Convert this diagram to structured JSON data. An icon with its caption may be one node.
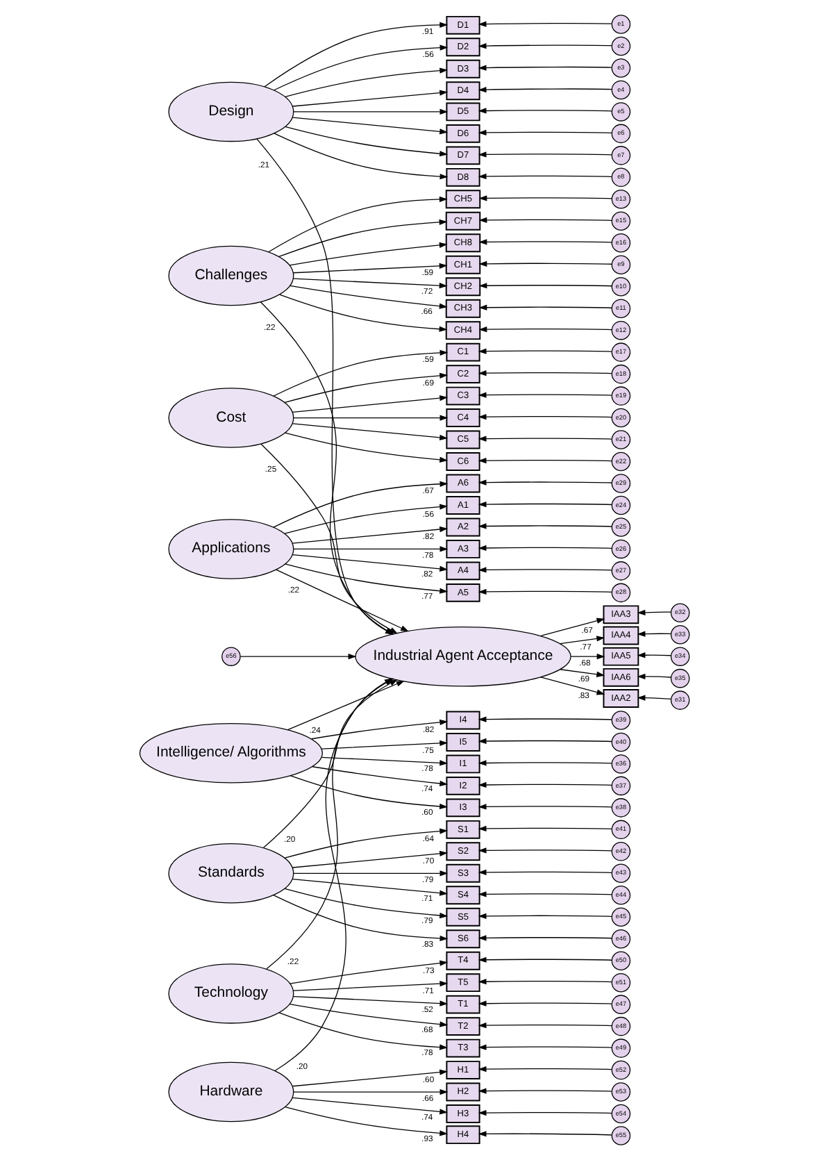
{
  "diagram": {
    "nodes": [
      {
        "text": [
          "Design"
        ]
      },
      {
        "text": [
          "D1"
        ]
      },
      {
        "text": [
          "D2"
        ]
      },
      {
        "text": [
          "D3"
        ]
      },
      {
        "text": [
          "D4"
        ]
      },
      {
        "text": [
          "D5"
        ]
      },
      {
        "text": [
          "D6"
        ]
      },
      {
        "text": [
          "D7"
        ]
      },
      {
        "text": [
          "D8"
        ]
      },
      {
        "text": [
          "e1"
        ]
      },
      {
        "text": [
          "e2"
        ]
      },
      {
        "text": [
          "e3"
        ]
      },
      {
        "text": [
          "e4"
        ]
      },
      {
        "text": [
          "e5"
        ]
      },
      {
        "text": [
          "e6"
        ]
      },
      {
        "text": [
          "e7"
        ]
      },
      {
        "text": [
          "e8"
        ]
      },
      {
        "text": [
          "Challenges"
        ]
      },
      {
        "text": [
          "CH1"
        ]
      },
      {
        "text": [
          "CH2"
        ]
      },
      {
        "text": [
          "CH3"
        ]
      },
      {
        "text": [
          "CH4"
        ]
      },
      {
        "text": [
          "CH5"
        ]
      },
      {
        "text": [
          "CH7"
        ]
      },
      {
        "text": [
          "CH8"
        ]
      },
      {
        "text": [
          "e9"
        ]
      },
      {
        "text": [
          "e10"
        ]
      },
      {
        "text": [
          "e11"
        ]
      },
      {
        "text": [
          "e12"
        ]
      },
      {
        "text": [
          "e13"
        ]
      },
      {
        "text": [
          "e15"
        ]
      },
      {
        "text": [
          "e16"
        ]
      },
      {
        "text": [
          "Cost"
        ]
      },
      {
        "text": [
          "C1"
        ]
      },
      {
        "text": [
          "C2"
        ]
      },
      {
        "text": [
          "C3"
        ]
      },
      {
        "text": [
          "C4"
        ]
      },
      {
        "text": [
          "C5"
        ]
      },
      {
        "text": [
          "C6"
        ]
      },
      {
        "text": [
          "e17"
        ]
      },
      {
        "text": [
          "e18"
        ]
      },
      {
        "text": [
          "e19"
        ]
      },
      {
        "text": [
          "e20"
        ]
      },
      {
        "text": [
          "e21"
        ]
      },
      {
        "text": [
          "e22"
        ]
      },
      {
        "text": [
          "Applications"
        ]
      },
      {
        "text": [
          "A1"
        ]
      },
      {
        "text": [
          "A2"
        ]
      },
      {
        "text": [
          "A3"
        ]
      },
      {
        "text": [
          "A4"
        ]
      },
      {
        "text": [
          "A5"
        ]
      },
      {
        "text": [
          "A6"
        ]
      },
      {
        "text": [
          "e24"
        ]
      },
      {
        "text": [
          "e25"
        ]
      },
      {
        "text": [
          "e26"
        ]
      },
      {
        "text": [
          "e27"
        ]
      },
      {
        "text": [
          "e28"
        ]
      },
      {
        "text": [
          "e29"
        ]
      },
      {
        "text": [
          "Intelligence/ Algorithms"
        ]
      },
      {
        "text": [
          "I1"
        ]
      },
      {
        "text": [
          "I2"
        ]
      },
      {
        "text": [
          "I3"
        ]
      },
      {
        "text": [
          "I4"
        ]
      },
      {
        "text": [
          "I5"
        ]
      },
      {
        "text": [
          "e36"
        ]
      },
      {
        "text": [
          "e37"
        ]
      },
      {
        "text": [
          "e38"
        ]
      },
      {
        "text": [
          "e39"
        ]
      },
      {
        "text": [
          "e40"
        ]
      },
      {
        "text": [
          "Standards"
        ]
      },
      {
        "text": [
          "S1"
        ]
      },
      {
        "text": [
          "S2"
        ]
      },
      {
        "text": [
          "S3"
        ]
      },
      {
        "text": [
          "S4"
        ]
      },
      {
        "text": [
          "S5"
        ]
      },
      {
        "text": [
          "S6"
        ]
      },
      {
        "text": [
          "e41"
        ]
      },
      {
        "text": [
          "e42"
        ]
      },
      {
        "text": [
          "e43"
        ]
      },
      {
        "text": [
          "e44"
        ]
      },
      {
        "text": [
          "e45"
        ]
      },
      {
        "text": [
          "e46"
        ]
      },
      {
        "text": [
          "Technology"
        ]
      },
      {
        "text": [
          "T1"
        ]
      },
      {
        "text": [
          "T2"
        ]
      },
      {
        "text": [
          "T3"
        ]
      },
      {
        "text": [
          "T4"
        ]
      },
      {
        "text": [
          "T5"
        ]
      },
      {
        "text": [
          "e47"
        ]
      },
      {
        "text": [
          "e48"
        ]
      },
      {
        "text": [
          "e49"
        ]
      },
      {
        "text": [
          "e50"
        ]
      },
      {
        "text": [
          "e51"
        ]
      },
      {
        "text": [
          "Hardware"
        ]
      },
      {
        "text": [
          "H1"
        ]
      },
      {
        "text": [
          "H2"
        ]
      },
      {
        "text": [
          "H3"
        ]
      },
      {
        "text": [
          "H4"
        ]
      },
      {
        "text": [
          "e52"
        ]
      },
      {
        "text": [
          "e53"
        ]
      },
      {
        "text": [
          "e54"
        ]
      },
      {
        "text": [
          "e55"
        ]
      },
      {
        "text": [
          "Industrial Agent Acceptance"
        ]
      },
      {
        "text": [
          "IAA2"
        ]
      },
      {
        "text": [
          "IAA3"
        ]
      },
      {
        "text": [
          "IAA4"
        ]
      },
      {
        "text": [
          "IAA5"
        ]
      },
      {
        "text": [
          "IAA6"
        ]
      },
      {
        "text": [
          "e31"
        ]
      },
      {
        "text": [
          "e32"
        ]
      },
      {
        "text": [
          "e33"
        ]
      },
      {
        "text": [
          "e34"
        ]
      },
      {
        "text": [
          "e35"
        ]
      },
      {
        "text": [
          "e56"
        ]
      }
    ],
    "edges": [
      {
        "from": 0,
        "to": 1,
        "arrow": "to",
        "label": ".91"
      },
      {
        "from": 0,
        "to": 2,
        "arrow": "to",
        "label": ".56"
      },
      {
        "from": 0,
        "to": 3,
        "arrow": "to"
      },
      {
        "from": 0,
        "to": 4,
        "arrow": "to"
      },
      {
        "from": 0,
        "to": 5,
        "arrow": "to"
      },
      {
        "from": 0,
        "to": 6,
        "arrow": "to"
      },
      {
        "from": 0,
        "to": 7,
        "arrow": "to"
      },
      {
        "from": 0,
        "to": 8,
        "arrow": "to"
      },
      {
        "from": 9,
        "to": 1,
        "arrow": "to"
      },
      {
        "from": 10,
        "to": 2,
        "arrow": "to"
      },
      {
        "from": 11,
        "to": 3,
        "arrow": "to"
      },
      {
        "from": 12,
        "to": 4,
        "arrow": "to"
      },
      {
        "from": 13,
        "to": 5,
        "arrow": "to"
      },
      {
        "from": 14,
        "to": 6,
        "arrow": "to"
      },
      {
        "from": 15,
        "to": 7,
        "arrow": "to"
      },
      {
        "from": 16,
        "to": 8,
        "arrow": "to"
      },
      {
        "from": 17,
        "to": 18,
        "arrow": "to",
        "label": ".59"
      },
      {
        "from": 17,
        "to": 19,
        "arrow": "to",
        "label": ".72"
      },
      {
        "from": 17,
        "to": 20,
        "arrow": "to",
        "label": ".66"
      },
      {
        "from": 17,
        "to": 21,
        "arrow": "to"
      },
      {
        "from": 17,
        "to": 22,
        "arrow": "to"
      },
      {
        "from": 17,
        "to": 23,
        "arrow": "to"
      },
      {
        "from": 17,
        "to": 24,
        "arrow": "to"
      },
      {
        "from": 25,
        "to": 18,
        "arrow": "to"
      },
      {
        "from": 26,
        "to": 19,
        "arrow": "to"
      },
      {
        "from": 27,
        "to": 20,
        "arrow": "to"
      },
      {
        "from": 28,
        "to": 21,
        "arrow": "to"
      },
      {
        "from": 29,
        "to": 22,
        "arrow": "to"
      },
      {
        "from": 30,
        "to": 23,
        "arrow": "to"
      },
      {
        "from": 31,
        "to": 24,
        "arrow": "to"
      },
      {
        "from": 32,
        "to": 33,
        "arrow": "to",
        "label": ".59"
      },
      {
        "from": 32,
        "to": 34,
        "arrow": "to",
        "label": ".69"
      },
      {
        "from": 32,
        "to": 35,
        "arrow": "to"
      },
      {
        "from": 32,
        "to": 36,
        "arrow": "to"
      },
      {
        "from": 32,
        "to": 37,
        "arrow": "to"
      },
      {
        "from": 32,
        "to": 38,
        "arrow": "to"
      },
      {
        "from": 39,
        "to": 33,
        "arrow": "to"
      },
      {
        "from": 40,
        "to": 34,
        "arrow": "to"
      },
      {
        "from": 41,
        "to": 35,
        "arrow": "to"
      },
      {
        "from": 42,
        "to": 36,
        "arrow": "to"
      },
      {
        "from": 43,
        "to": 37,
        "arrow": "to"
      },
      {
        "from": 44,
        "to": 38,
        "arrow": "to"
      },
      {
        "from": 45,
        "to": 46,
        "arrow": "to",
        "label": ".56"
      },
      {
        "from": 45,
        "to": 47,
        "arrow": "to",
        "label": ".82"
      },
      {
        "from": 45,
        "to": 48,
        "arrow": "to",
        "label": ".78"
      },
      {
        "from": 45,
        "to": 49,
        "arrow": "to",
        "label": ".82"
      },
      {
        "from": 45,
        "to": 50,
        "arrow": "to",
        "label": ".77"
      },
      {
        "from": 45,
        "to": 51,
        "arrow": "to",
        "label": ".67"
      },
      {
        "from": 52,
        "to": 46,
        "arrow": "to"
      },
      {
        "from": 53,
        "to": 47,
        "arrow": "to"
      },
      {
        "from": 54,
        "to": 48,
        "arrow": "to"
      },
      {
        "from": 55,
        "to": 49,
        "arrow": "to"
      },
      {
        "from": 56,
        "to": 50,
        "arrow": "to"
      },
      {
        "from": 57,
        "to": 51,
        "arrow": "to"
      },
      {
        "from": 58,
        "to": 59,
        "arrow": "to",
        "label": ".78"
      },
      {
        "from": 58,
        "to": 60,
        "arrow": "to",
        "label": ".74"
      },
      {
        "from": 58,
        "to": 61,
        "arrow": "to",
        "label": ".60"
      },
      {
        "from": 58,
        "to": 62,
        "arrow": "to",
        "label": ".82"
      },
      {
        "from": 58,
        "to": 63,
        "arrow": "to",
        "label": ".75"
      },
      {
        "from": 64,
        "to": 59,
        "arrow": "to"
      },
      {
        "from": 65,
        "to": 60,
        "arrow": "to"
      },
      {
        "from": 66,
        "to": 61,
        "arrow": "to"
      },
      {
        "from": 67,
        "to": 62,
        "arrow": "to"
      },
      {
        "from": 68,
        "to": 63,
        "arrow": "to"
      },
      {
        "from": 69,
        "to": 70,
        "arrow": "to",
        "label": ".64"
      },
      {
        "from": 69,
        "to": 71,
        "arrow": "to",
        "label": ".70"
      },
      {
        "from": 69,
        "to": 72,
        "arrow": "to",
        "label": ".79"
      },
      {
        "from": 69,
        "to": 73,
        "arrow": "to",
        "label": ".71"
      },
      {
        "from": 69,
        "to": 74,
        "arrow": "to",
        "label": ".79"
      },
      {
        "from": 69,
        "to": 75,
        "arrow": "to",
        "label": ".83"
      },
      {
        "from": 76,
        "to": 70,
        "arrow": "to"
      },
      {
        "from": 77,
        "to": 71,
        "arrow": "to"
      },
      {
        "from": 78,
        "to": 72,
        "arrow": "to"
      },
      {
        "from": 79,
        "to": 73,
        "arrow": "to"
      },
      {
        "from": 80,
        "to": 74,
        "arrow": "to"
      },
      {
        "from": 81,
        "to": 75,
        "arrow": "to"
      },
      {
        "from": 82,
        "to": 83,
        "arrow": "to",
        "label": ".52"
      },
      {
        "from": 82,
        "to": 84,
        "arrow": "to",
        "label": ".68"
      },
      {
        "from": 82,
        "to": 85,
        "arrow": "to",
        "label": ".78"
      },
      {
        "from": 82,
        "to": 86,
        "arrow": "to",
        "label": ".73"
      },
      {
        "from": 82,
        "to": 87,
        "arrow": "to",
        "label": ".71"
      },
      {
        "from": 88,
        "to": 83,
        "arrow": "to"
      },
      {
        "from": 89,
        "to": 84,
        "arrow": "to"
      },
      {
        "from": 90,
        "to": 85,
        "arrow": "to"
      },
      {
        "from": 91,
        "to": 86,
        "arrow": "to"
      },
      {
        "from": 92,
        "to": 87,
        "arrow": "to"
      },
      {
        "from": 93,
        "to": 94,
        "arrow": "to",
        "label": ".60"
      },
      {
        "from": 93,
        "to": 95,
        "arrow": "to",
        "label": ".66"
      },
      {
        "from": 93,
        "to": 96,
        "arrow": "to",
        "label": ".74"
      },
      {
        "from": 93,
        "to": 97,
        "arrow": "to",
        "label": ".93"
      },
      {
        "from": 98,
        "to": 94,
        "arrow": "to"
      },
      {
        "from": 99,
        "to": 95,
        "arrow": "to"
      },
      {
        "from": 100,
        "to": 96,
        "arrow": "to"
      },
      {
        "from": 101,
        "to": 97,
        "arrow": "to"
      },
      {
        "from": 0,
        "to": 102,
        "arrow": "to",
        "label": ".21"
      },
      {
        "from": 17,
        "to": 102,
        "arrow": "to",
        "label": ".22"
      },
      {
        "from": 32,
        "to": 102,
        "arrow": "to",
        "label": ".25"
      },
      {
        "from": 45,
        "to": 102,
        "arrow": "to",
        "label": ".22"
      },
      {
        "from": 58,
        "to": 102,
        "arrow": "to",
        "label": ".24"
      },
      {
        "from": 69,
        "to": 102,
        "arrow": "to",
        "label": ".20"
      },
      {
        "from": 82,
        "to": 102,
        "arrow": "to",
        "label": ".22"
      },
      {
        "from": 93,
        "to": 102,
        "arrow": "to",
        "label": ".20"
      },
      {
        "from": 102,
        "to": 103,
        "arrow": "to",
        "label": ".83"
      },
      {
        "from": 102,
        "to": 104,
        "arrow": "to",
        "label": ".67"
      },
      {
        "from": 102,
        "to": 105,
        "arrow": "to",
        "label": ".77"
      },
      {
        "from": 102,
        "to": 106,
        "arrow": "to",
        "label": ".68"
      },
      {
        "from": 102,
        "to": 107,
        "arrow": "to",
        "label": ".69"
      },
      {
        "from": 108,
        "to": 103,
        "arrow": "to"
      },
      {
        "from": 109,
        "to": 104,
        "arrow": "to"
      },
      {
        "from": 110,
        "to": 105,
        "arrow": "to"
      },
      {
        "from": 111,
        "to": 106,
        "arrow": "to"
      },
      {
        "from": 112,
        "to": 107,
        "arrow": "to"
      },
      {
        "from": 113,
        "to": 102,
        "arrow": "to"
      }
    ]
  }
}
